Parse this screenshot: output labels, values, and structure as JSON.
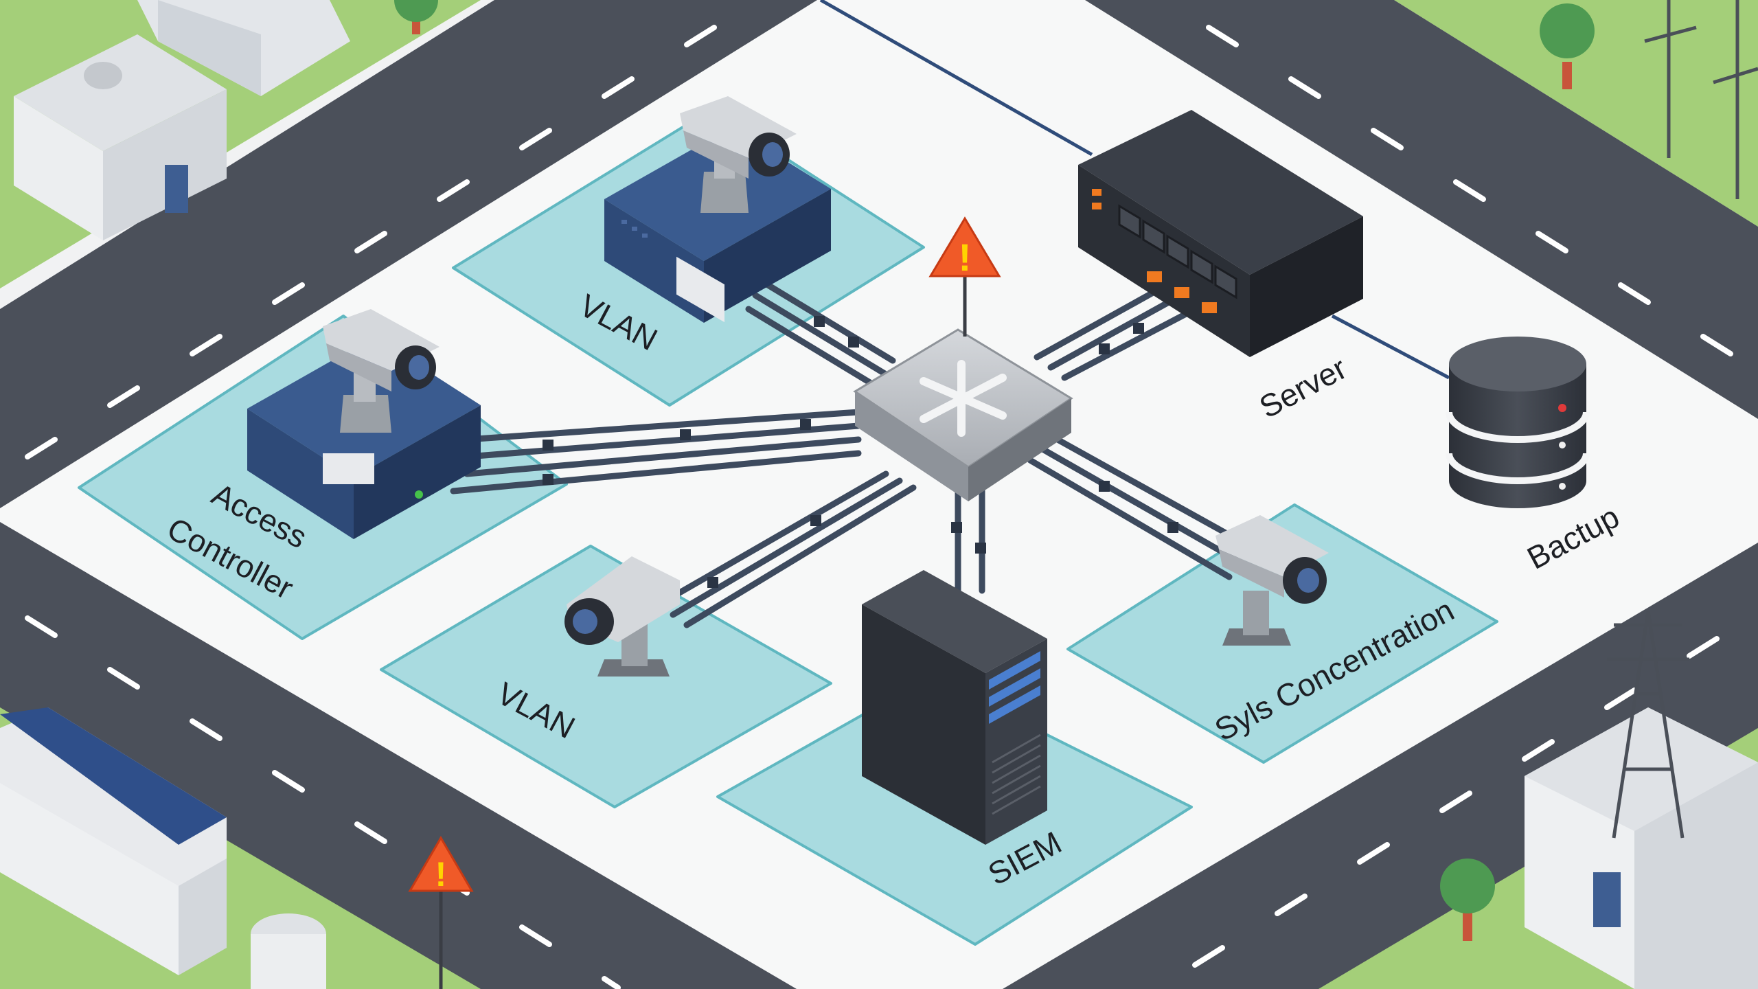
{
  "zones": {
    "vlan_top": {
      "label": "VLAN"
    },
    "access_controller": {
      "label_line1": "Access",
      "label_line2": "Controller"
    },
    "vlan_bottom": {
      "label": "VLAN"
    },
    "siem": {
      "label": "SIEM"
    },
    "sys_concentration": {
      "label": "Syls Concentration"
    }
  },
  "devices": {
    "server": {
      "label": "Server"
    },
    "backup": {
      "label": "Bactup"
    }
  },
  "colors": {
    "zone_fill": "#a9dbe0",
    "zone_stroke": "#5fb7c0",
    "road": "#4b505a",
    "grass": "#9ccc6f",
    "warning": "#f05a28",
    "link": "#3d4a5e"
  }
}
